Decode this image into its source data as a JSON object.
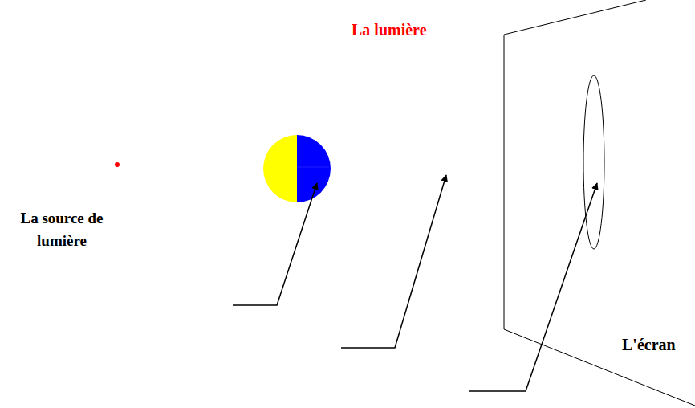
{
  "diagram": {
    "title": "La lumière",
    "nodes": [
      {
        "text": [
          "L'écran"
        ]
      }
    ],
    "labels": [
      "La source de lumière"
    ]
  }
}
